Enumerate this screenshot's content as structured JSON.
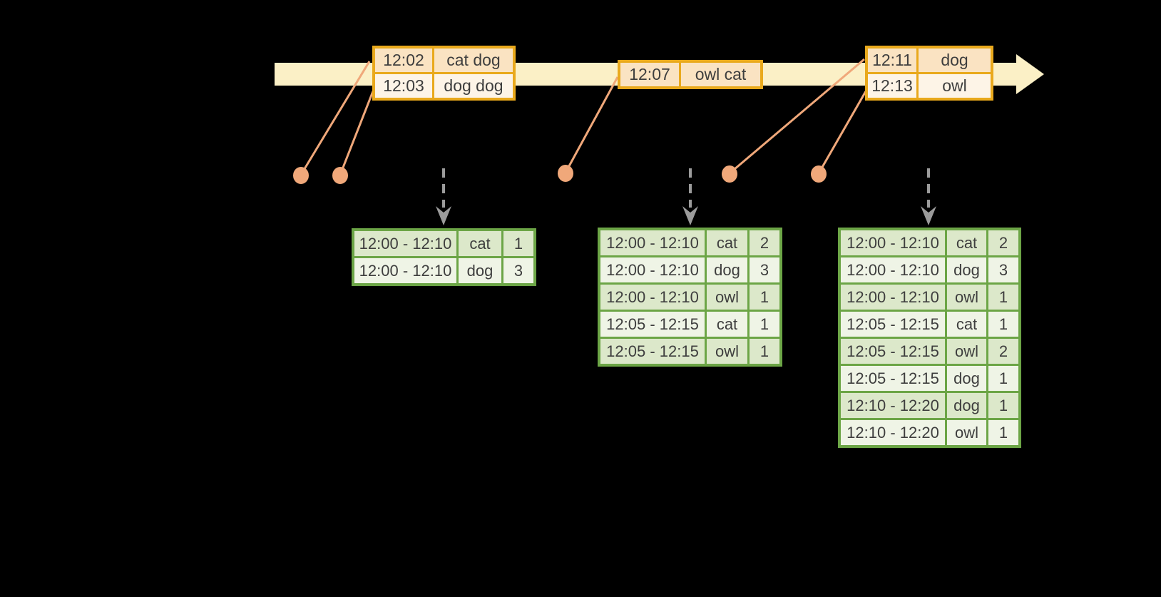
{
  "colors": {
    "background": "#000000",
    "timeline_band": "#FBF0C6",
    "event_table_border": "#E9A91C",
    "event_row_dark": "#FAE3C2",
    "event_row_light": "#FDF4E7",
    "connector_salmon": "#F0A87A",
    "trigger_arrow_gray": "#9B9B9B",
    "result_table_border": "#6CA546",
    "result_row_dark": "#DCE8CA",
    "result_row_light": "#EFF4E6",
    "text": "#3E3E3E"
  },
  "timeline": {
    "direction": "left-to-right"
  },
  "event_tables": [
    {
      "rows": [
        [
          "12:02",
          "cat dog"
        ],
        [
          "12:03",
          "dog dog"
        ]
      ]
    },
    {
      "rows": [
        [
          "12:07",
          "owl cat"
        ]
      ]
    },
    {
      "rows": [
        [
          "12:11",
          "dog"
        ],
        [
          "12:13",
          "owl"
        ]
      ]
    }
  ],
  "result_tables": [
    {
      "rows": [
        [
          "12:00 - 12:10",
          "cat",
          "1"
        ],
        [
          "12:00 - 12:10",
          "dog",
          "3"
        ]
      ]
    },
    {
      "rows": [
        [
          "12:00 - 12:10",
          "cat",
          "2"
        ],
        [
          "12:00 - 12:10",
          "dog",
          "3"
        ],
        [
          "12:00 - 12:10",
          "owl",
          "1"
        ],
        [
          "12:05 - 12:15",
          "cat",
          "1"
        ],
        [
          "12:05 - 12:15",
          "owl",
          "1"
        ]
      ]
    },
    {
      "rows": [
        [
          "12:00 - 12:10",
          "cat",
          "2"
        ],
        [
          "12:00 - 12:10",
          "dog",
          "3"
        ],
        [
          "12:00 - 12:10",
          "owl",
          "1"
        ],
        [
          "12:05 - 12:15",
          "cat",
          "1"
        ],
        [
          "12:05 - 12:15",
          "owl",
          "2"
        ],
        [
          "12:05 - 12:15",
          "dog",
          "1"
        ],
        [
          "12:10 - 12:20",
          "dog",
          "1"
        ],
        [
          "12:10 - 12:20",
          "owl",
          "1"
        ]
      ]
    }
  ]
}
